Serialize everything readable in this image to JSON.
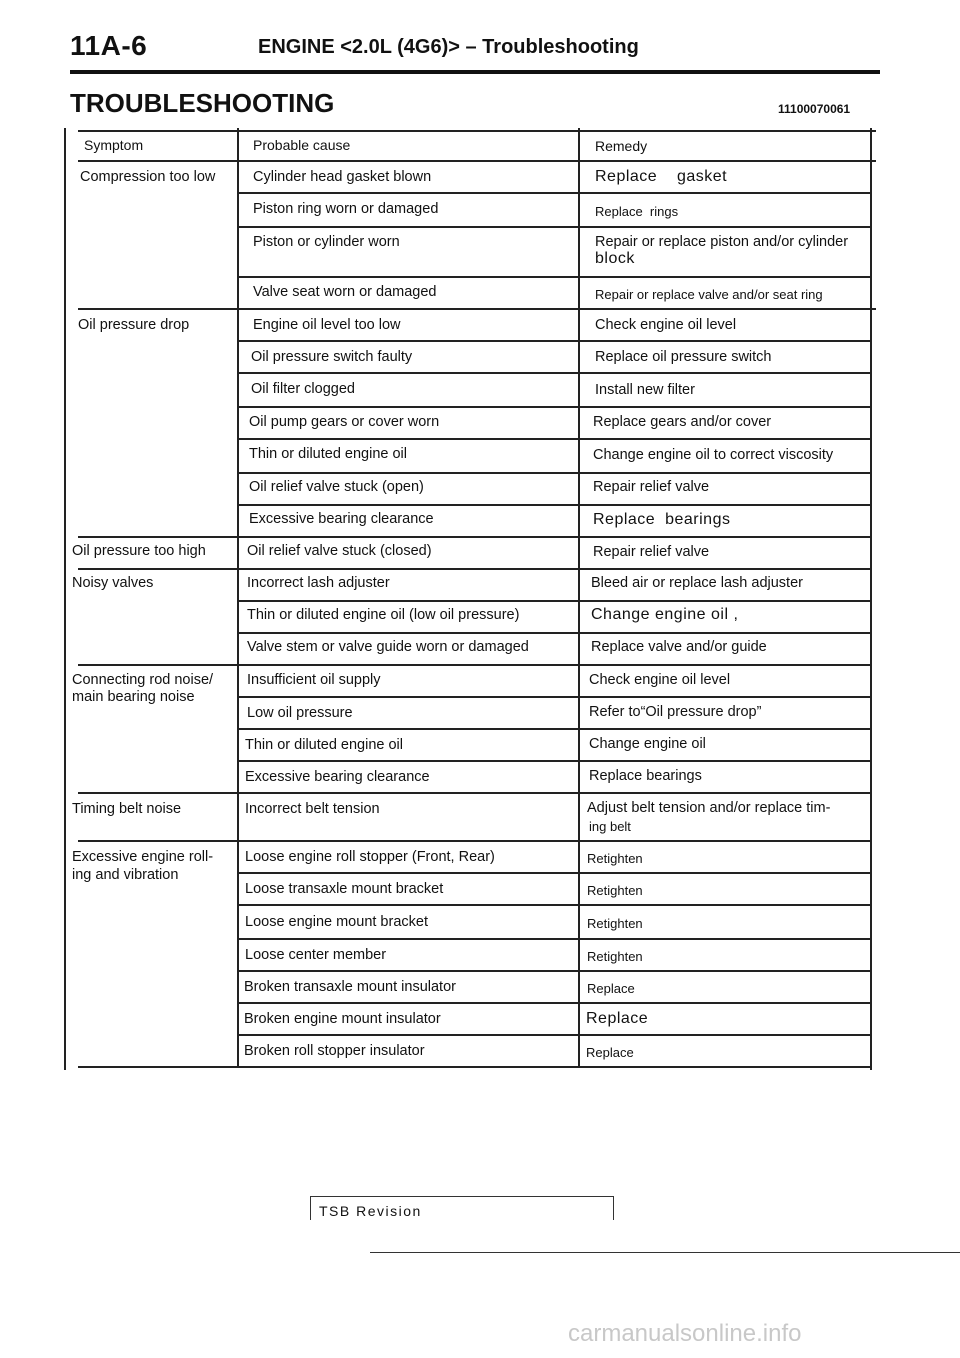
{
  "header": {
    "section_code": "11A-6",
    "title": "ENGINE <2.0L (4G6)> – Troubleshooting"
  },
  "section": {
    "title": "TROUBLESHOOTING",
    "code": "11100070061"
  },
  "table": {
    "headers": {
      "symptom": "Symptom",
      "cause": "Probable cause",
      "remedy": "Remedy"
    },
    "symptoms": [
      "Compression too low",
      "Oil pressure drop",
      "Oil pressure too high",
      "Noisy valves",
      "Connecting rod noise/",
      "main bearing noise",
      "Timing belt noise",
      "Excessive engine roll-",
      "ing and vibration"
    ],
    "rows": [
      {
        "cause": "Cylinder head gasket blown",
        "remedy": "Replace    gasket"
      },
      {
        "cause": "Piston ring worn or damaged",
        "remedy": "Replace  rings"
      },
      {
        "cause": "Piston or cylinder worn",
        "remedy": "Repair or replace piston and/or cylinder",
        "remedy2": "block"
      },
      {
        "cause": "Valve seat worn or damaged",
        "remedy": "Repair or replace valve and/or seat ring"
      },
      {
        "cause": "Engine oil level too low",
        "remedy": "Check engine oil level"
      },
      {
        "cause": "Oil pressure switch faulty",
        "remedy": "Replace oil pressure switch"
      },
      {
        "cause": "Oil filter clogged",
        "remedy": "Install new filter"
      },
      {
        "cause": "Oil pump gears or cover worn",
        "remedy": "Replace gears and/or cover"
      },
      {
        "cause": "Thin or diluted engine oil",
        "remedy": "Change engine oil to correct viscosity"
      },
      {
        "cause": "Oil relief valve stuck (open)",
        "remedy": "Repair relief valve"
      },
      {
        "cause": "Excessive bearing clearance",
        "remedy": "Replace  bearings"
      },
      {
        "cause": "Oil relief valve stuck (closed)",
        "remedy": "Repair relief valve"
      },
      {
        "cause": "Incorrect lash adjuster",
        "remedy": "Bleed air or replace lash adjuster"
      },
      {
        "cause": "Thin or diluted engine oil (low oil pressure)",
        "remedy": "Change engine oil ,"
      },
      {
        "cause": "Valve stem or valve guide worn or damaged",
        "remedy": "Replace valve and/or guide"
      },
      {
        "cause": "Insufficient oil supply",
        "remedy": "Check engine oil level"
      },
      {
        "cause": "Low oil pressure",
        "remedy": "Refer to“Oil pressure drop”"
      },
      {
        "cause": "Thin or diluted engine oil",
        "remedy": "Change engine oil"
      },
      {
        "cause": "Excessive bearing clearance",
        "remedy": "Replace bearings"
      },
      {
        "cause": "Incorrect belt tension",
        "remedy": "Adjust belt tension and/or replace tim-",
        "remedy2": "ing belt"
      },
      {
        "cause": "Loose engine roll stopper (Front, Rear)",
        "remedy": "Retighten"
      },
      {
        "cause": "Loose transaxle mount bracket",
        "remedy": "Retighten"
      },
      {
        "cause": "Loose engine mount bracket",
        "remedy": "Retighten"
      },
      {
        "cause": "Loose center member",
        "remedy": "Retighten"
      },
      {
        "cause": "Broken transaxle mount insulator",
        "remedy": "Replace"
      },
      {
        "cause": "Broken engine mount insulator",
        "remedy": "Replace"
      },
      {
        "cause": "Broken roll stopper insulator",
        "remedy": "Replace"
      }
    ]
  },
  "footer": {
    "tsb_label": "TSB Revision",
    "watermark": "carmanualsonline.info"
  }
}
